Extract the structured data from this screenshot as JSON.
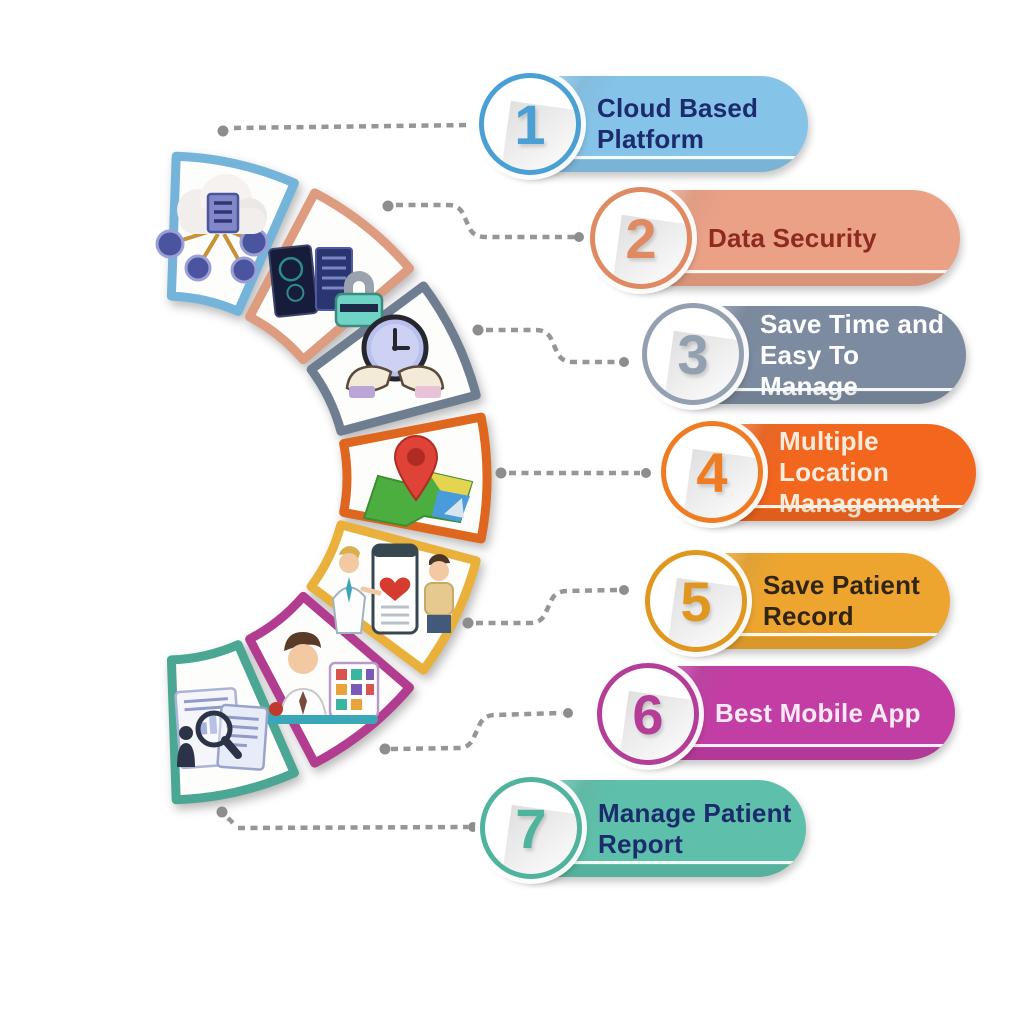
{
  "infographic": {
    "connector_color": "#969696",
    "connector_dot_color": "#8d8d8d",
    "items": [
      {
        "number": "1",
        "label": "Cloud Based\nPlatform",
        "icon": "cloud-network-icon",
        "segment_color": "#74b3da",
        "colors": {
          "pill": "#85c3e8",
          "accent": "#4aa0d5",
          "text": "#1c2b6d"
        }
      },
      {
        "number": "2",
        "label": "Data Security",
        "icon": "data-security-lock-icon",
        "segment_color": "#dd9b80",
        "colors": {
          "pill": "#eba186",
          "accent": "#e08a64",
          "text": "#8e2a1e"
        }
      },
      {
        "number": "3",
        "label": "Save Time and\nEasy To Manage",
        "icon": "clock-in-hands-icon",
        "segment_color": "#6e7d90",
        "colors": {
          "pill": "#7c8ba0",
          "accent": "#93a0b1",
          "text": "#ffffff"
        }
      },
      {
        "number": "4",
        "label": "Multiple Location\nManagement",
        "icon": "map-location-pin-icon",
        "segment_color": "#df661f",
        "colors": {
          "pill": "#f2661e",
          "accent": "#ef7b22",
          "text": "#f9ecdc"
        }
      },
      {
        "number": "5",
        "label": "Save Patient\nRecord",
        "icon": "patient-record-phone-icon",
        "segment_color": "#e9b13c",
        "colors": {
          "pill": "#eda52f",
          "accent": "#e0971f",
          "text": "#302415"
        }
      },
      {
        "number": "6",
        "label": "Best Mobile App",
        "icon": "doctor-mobile-app-icon",
        "segment_color": "#b23d90",
        "colors": {
          "pill": "#c23ea4",
          "accent": "#b43d98",
          "text": "#f8e9f5"
        }
      },
      {
        "number": "7",
        "label": "Manage Patient\nReport",
        "icon": "report-analysis-icon",
        "segment_color": "#4ba793",
        "colors": {
          "pill": "#5ec0aa",
          "accent": "#4fb39e",
          "text": "#1c2b6d"
        }
      }
    ]
  }
}
